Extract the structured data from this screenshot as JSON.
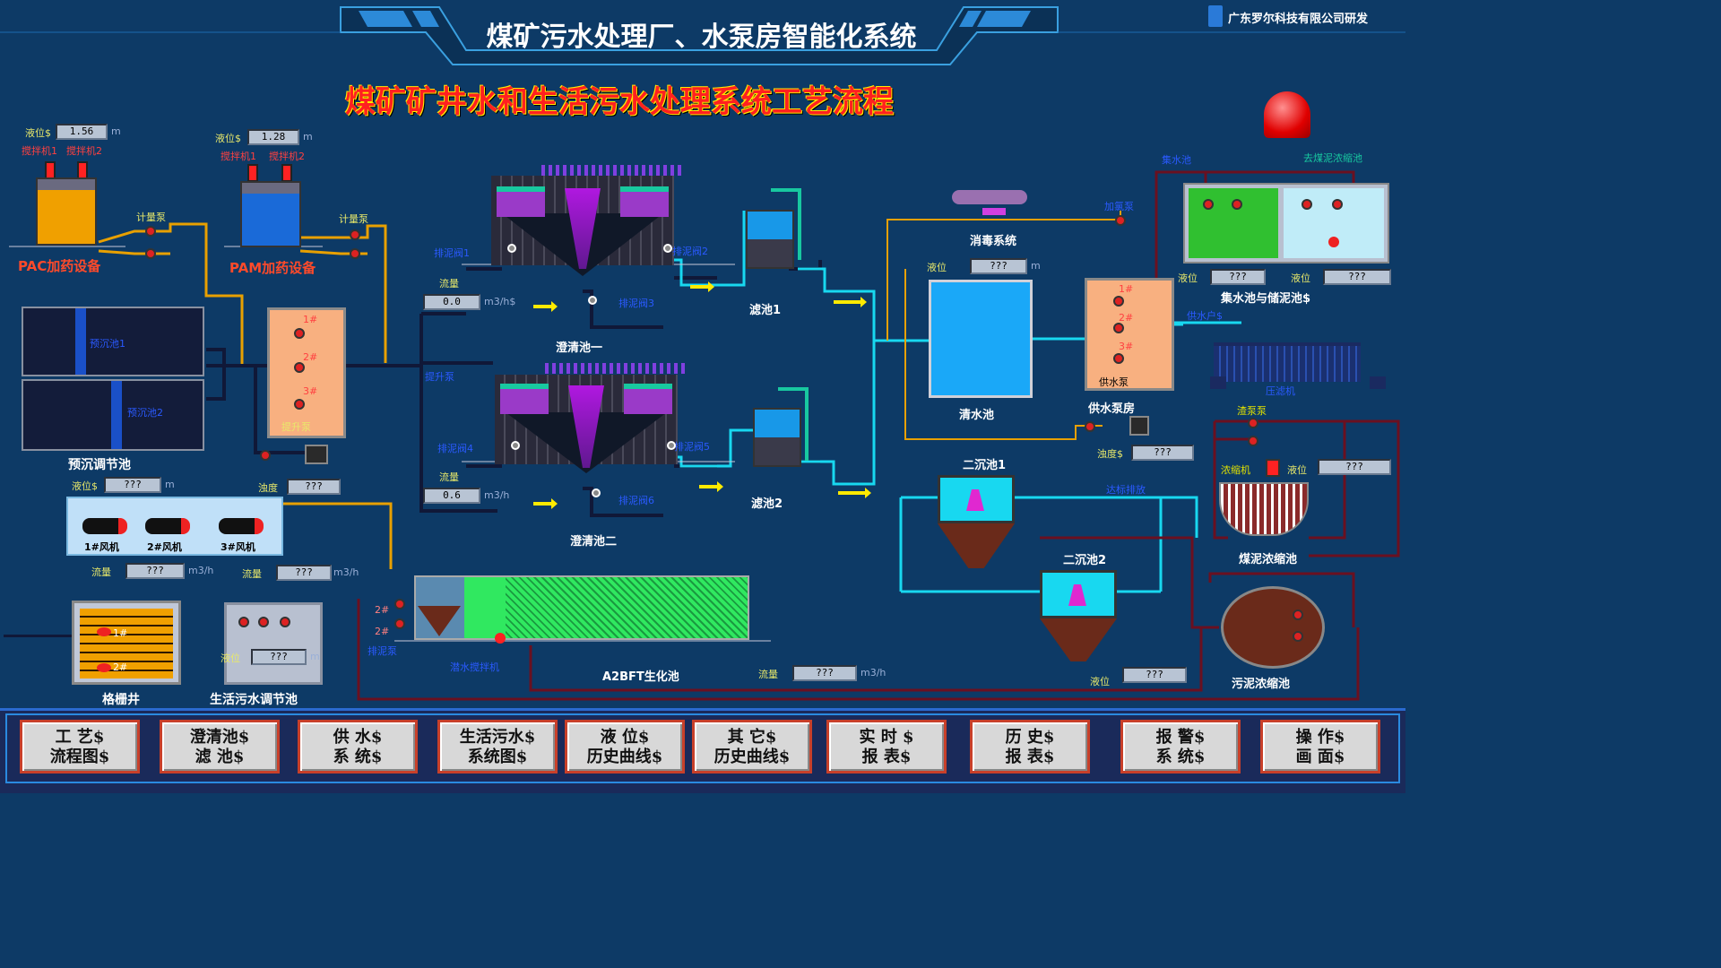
{
  "header": {
    "title": "煤矿污水处理厂、水泵房智能化系统",
    "company": "广东罗尔科技有限公司研发",
    "process_title": "煤矿矿井水和生活污水处理系统工艺流程"
  },
  "dosing": {
    "pac": {
      "label": "PAC加药设备",
      "level_label": "液位$",
      "level": "1.56",
      "unit": "m",
      "mixer1": "搅拌机1",
      "mixer2": "搅拌机2",
      "meter_pump": "计量泵"
    },
    "pam": {
      "label": "PAM加药设备",
      "level_label": "液位$",
      "level": "1.28",
      "unit": "m",
      "mixer1": "搅拌机1",
      "mixer2": "搅拌机2",
      "meter_pump": "计量泵"
    }
  },
  "presettle": {
    "label": "预沉调节池",
    "pool1": "预沉池1",
    "pool2": "预沉池2",
    "lift_pump": "提升泵",
    "p1": "1#",
    "p2": "2#",
    "p3": "3#",
    "level_label": "液位$",
    "level": "???",
    "unit": "m",
    "turb_label": "浊度",
    "turb": "???"
  },
  "clarifier1": {
    "label": "澄清池一",
    "drain1": "排泥阀1",
    "drain2": "排泥阀2",
    "drain3": "排泥阀3",
    "flow_label": "流量",
    "flow": "0.0",
    "flow_unit": "m3/h$"
  },
  "clarifier2": {
    "label": "澄清池二",
    "drain4": "排泥阀4",
    "drain5": "排泥阀5",
    "drain6": "排泥阀6",
    "flow_label": "流量",
    "flow": "0.6",
    "flow_unit": "m3/h",
    "lift_pump": "提升泵"
  },
  "filter1": "滤池1",
  "filter2": "滤池2",
  "clean": {
    "label": "清水池",
    "disinfect": "消毒系统",
    "dosing_pump": "加氯泵",
    "level_label": "液位",
    "level": "???",
    "unit": "m"
  },
  "supply": {
    "label": "供水泵房",
    "pumps_label": "供水泵",
    "p1": "1#",
    "p2": "2#",
    "p3": "3#",
    "out_label": "供水户$",
    "turb_label": "浊度$",
    "turb": "???"
  },
  "sludge_store": {
    "label": "集水池与储泥池$",
    "collect": "集水池",
    "to_thick": "去煤泥浓缩池",
    "level1_label": "液位",
    "level1": "???",
    "level2_label": "液位",
    "level2": "???"
  },
  "press": {
    "label": "压滤机",
    "pump": "渣泵泵"
  },
  "coal_thick": {
    "label": "煤泥浓缩池",
    "machine": "浓缩机",
    "level_label": "液位",
    "level": "???"
  },
  "secondary": {
    "s1": "二沉池1",
    "s2": "二沉池2",
    "discharge": "达标排放",
    "level_label": "液位",
    "level": "???",
    "flow_label": "流量",
    "flow": "???",
    "flow_unit": "m3/h"
  },
  "sludge_thick": {
    "label": "污泥浓缩池"
  },
  "blowers": {
    "b1": "1#风机",
    "b2": "2#风机",
    "b3": "3#风机",
    "flow1_label": "流量",
    "flow1": "???",
    "flow1_unit": "m3/h",
    "flow2_label": "流量",
    "flow2": "???",
    "flow2_unit": "m3/h"
  },
  "grid": {
    "label": "格栅井",
    "g1": "1#",
    "g2": "2#"
  },
  "domestic": {
    "label": "生活污水调节池",
    "level_label": "液位",
    "level": "???",
    "unit": "m"
  },
  "bio": {
    "label": "A2BFT生化池",
    "mixer": "潜水搅拌机",
    "drain_pump": "排泥泵",
    "p1": "2#",
    "p2": "2#"
  },
  "nav": [
    {
      "l1": "工 艺$",
      "l2": "流程图$"
    },
    {
      "l1": "澄清池$",
      "l2": "滤 池$"
    },
    {
      "l1": "供 水$",
      "l2": "系 统$"
    },
    {
      "l1": "生活污水$",
      "l2": "系统图$"
    },
    {
      "l1": "液 位$",
      "l2": "历史曲线$"
    },
    {
      "l1": "其 它$",
      "l2": "历史曲线$"
    },
    {
      "l1": "实 时 $",
      "l2": "报 表$"
    },
    {
      "l1": "历 史$",
      "l2": "报 表$"
    },
    {
      "l1": "报 警$",
      "l2": "系 统$"
    },
    {
      "l1": "操 作$",
      "l2": "画 面$"
    }
  ]
}
